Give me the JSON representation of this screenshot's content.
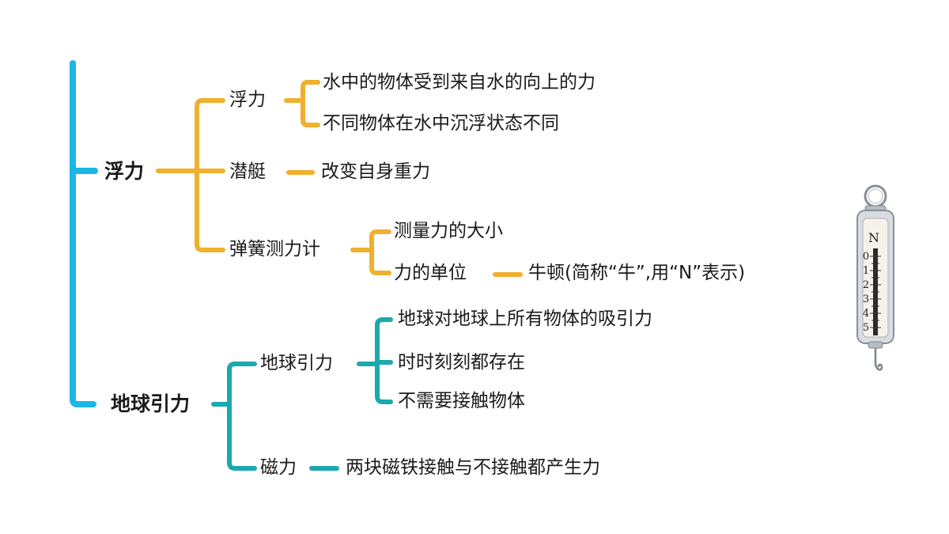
{
  "colors": {
    "root_line": "#1cb6e8",
    "buoyancy_branch": "#f0b02e",
    "gravity_branch": "#1ba9ad",
    "text": "#1a1a1a"
  },
  "buoyancy": {
    "label": "浮力",
    "children": {
      "fuli": {
        "label": "浮力",
        "items": [
          "水中的物体受到来自水的向上的力",
          "不同物体在水中沉浮状态不同"
        ]
      },
      "submarine": {
        "label": "潜艇",
        "item": "改变自身重力"
      },
      "spring_scale": {
        "label": "弹簧测力计",
        "items": [
          "测量力的大小"
        ],
        "unit": {
          "label": "力的单位",
          "item": "牛顿(简称“牛”,用“N”表示)"
        }
      }
    }
  },
  "gravity": {
    "label": "地球引力",
    "children": {
      "earth_gravity": {
        "label": "地球引力",
        "items": [
          "地球对地球上所有物体的吸引力",
          "时时刻刻都存在",
          "不需要接触物体"
        ]
      },
      "magnetism": {
        "label": "磁力",
        "item": "两块磁铁接触与不接触都产生力"
      }
    }
  },
  "spring_scale_image": {
    "unit_letter": "N",
    "scale_numbers": [
      "0",
      "1",
      "2",
      "3",
      "4",
      "5"
    ],
    "icon": "spring-scale-icon"
  }
}
